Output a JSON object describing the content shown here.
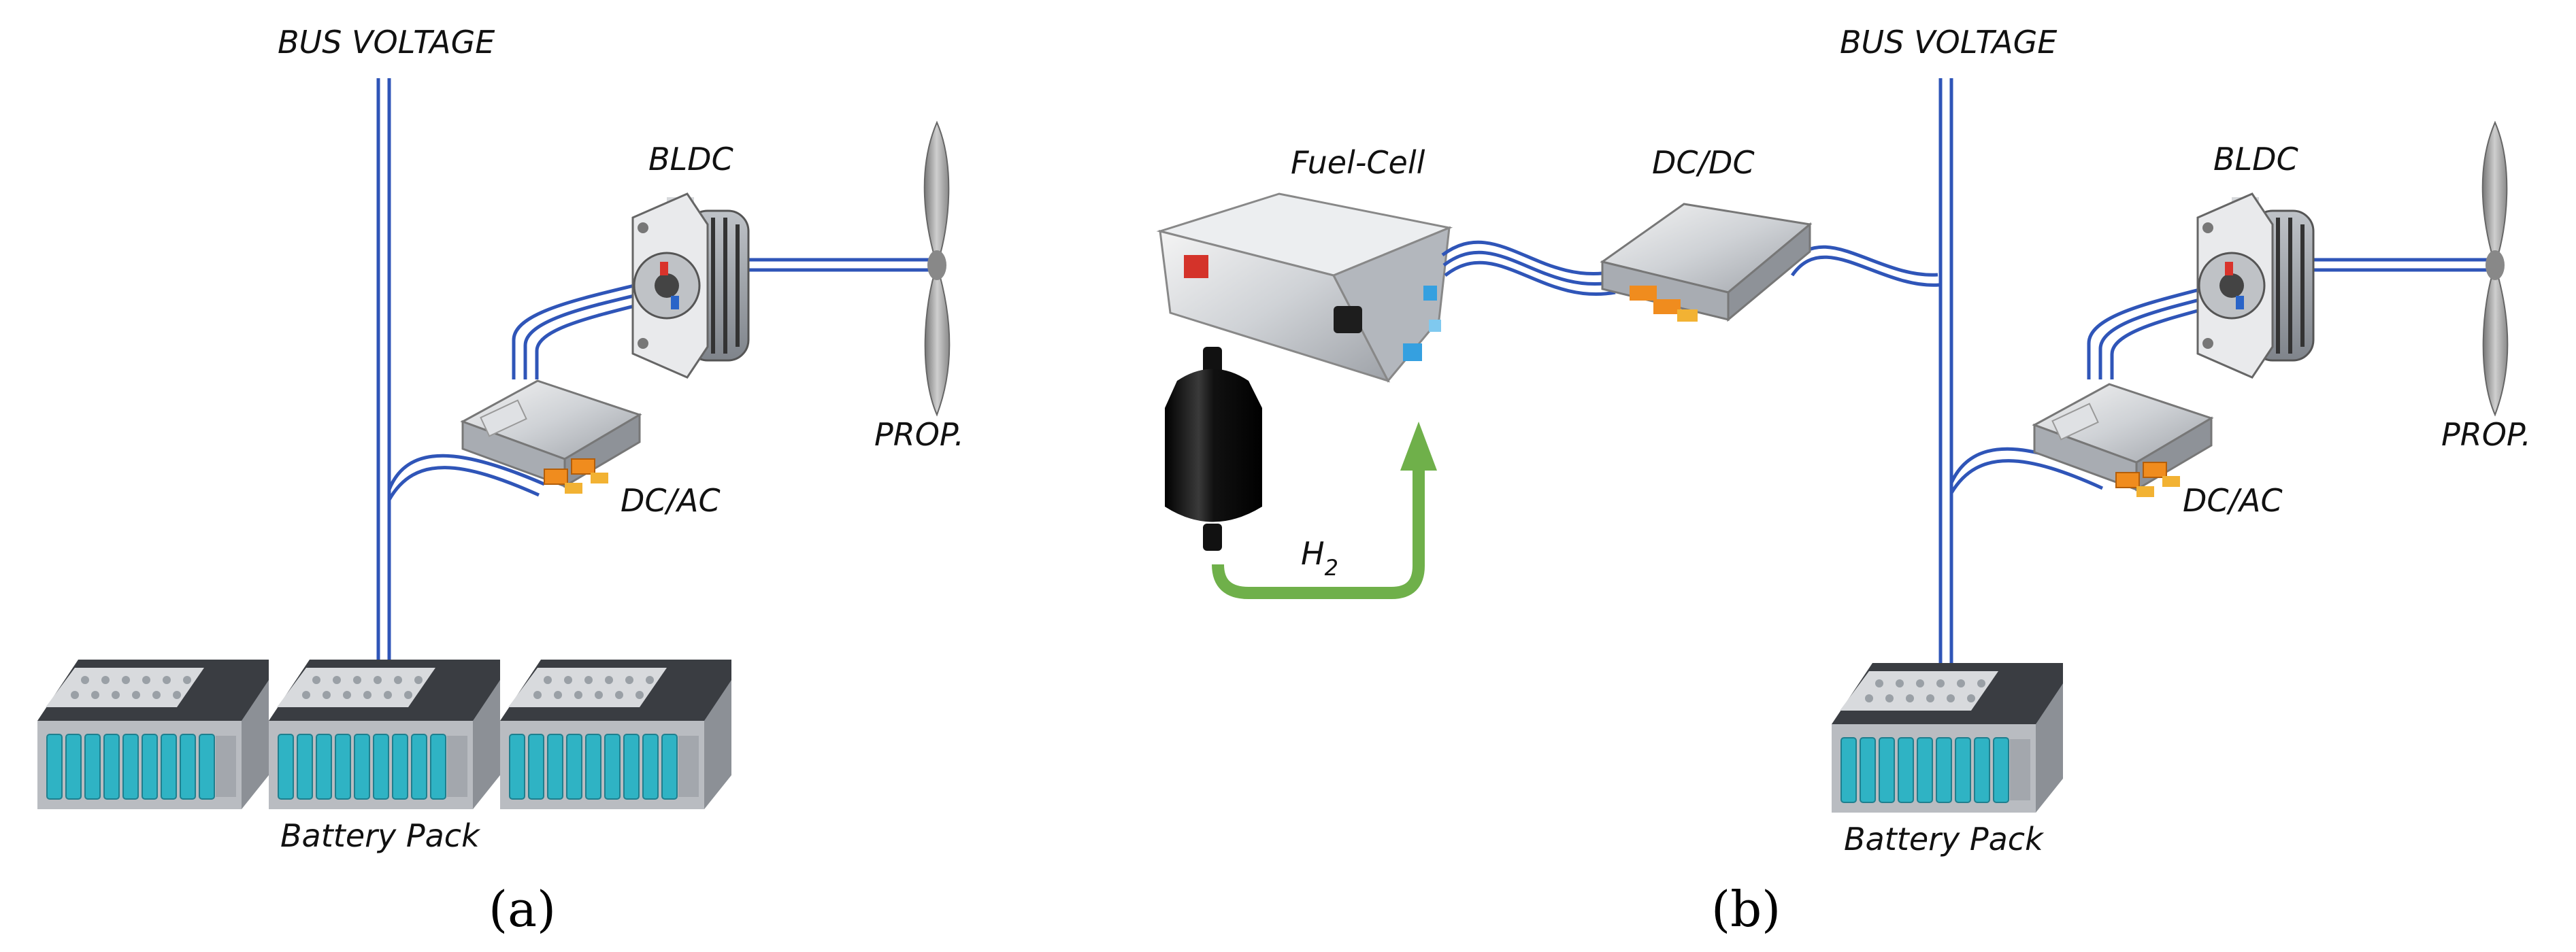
{
  "panel_a": {
    "bus_label": "BUS VOLTAGE",
    "motor_label": "BLDC",
    "prop_label": "PROP.",
    "inverter_label": "DC/AC",
    "battery_label": "Battery Pack",
    "caption": "(a)"
  },
  "panel_b": {
    "fuel_cell_label": "Fuel-Cell",
    "converter_label": "DC/DC",
    "hydrogen_label": "H",
    "hydrogen_subscript": "2",
    "bus_label": "BUS VOLTAGE",
    "motor_label": "BLDC",
    "prop_label": "PROP.",
    "inverter_label": "DC/AC",
    "battery_label": "Battery Pack",
    "caption": "(b)"
  },
  "colors": {
    "wire": "#2f55b8",
    "hydrogen_arrow": "#6fb04a",
    "battery_cell": "#2fb3c4"
  }
}
